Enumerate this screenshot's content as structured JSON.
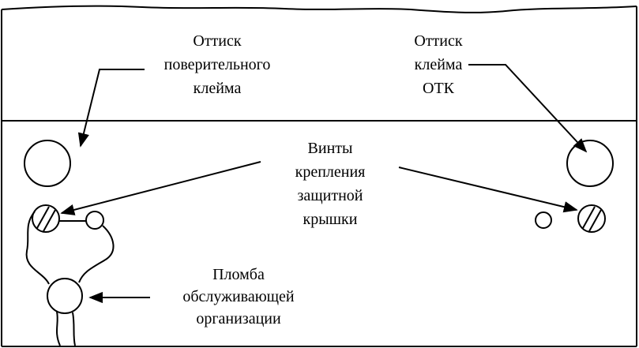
{
  "labels": {
    "calibration_mark": [
      "Оттиск",
      "поверительного",
      "клейма"
    ],
    "qc_mark": [
      "Оттиск",
      "клейма",
      "ОТК"
    ],
    "cover_screws": [
      "Винты",
      "крепления",
      "защитной",
      "крышки"
    ],
    "service_seal": [
      "Пломба",
      "обслуживающей",
      "организации"
    ]
  }
}
